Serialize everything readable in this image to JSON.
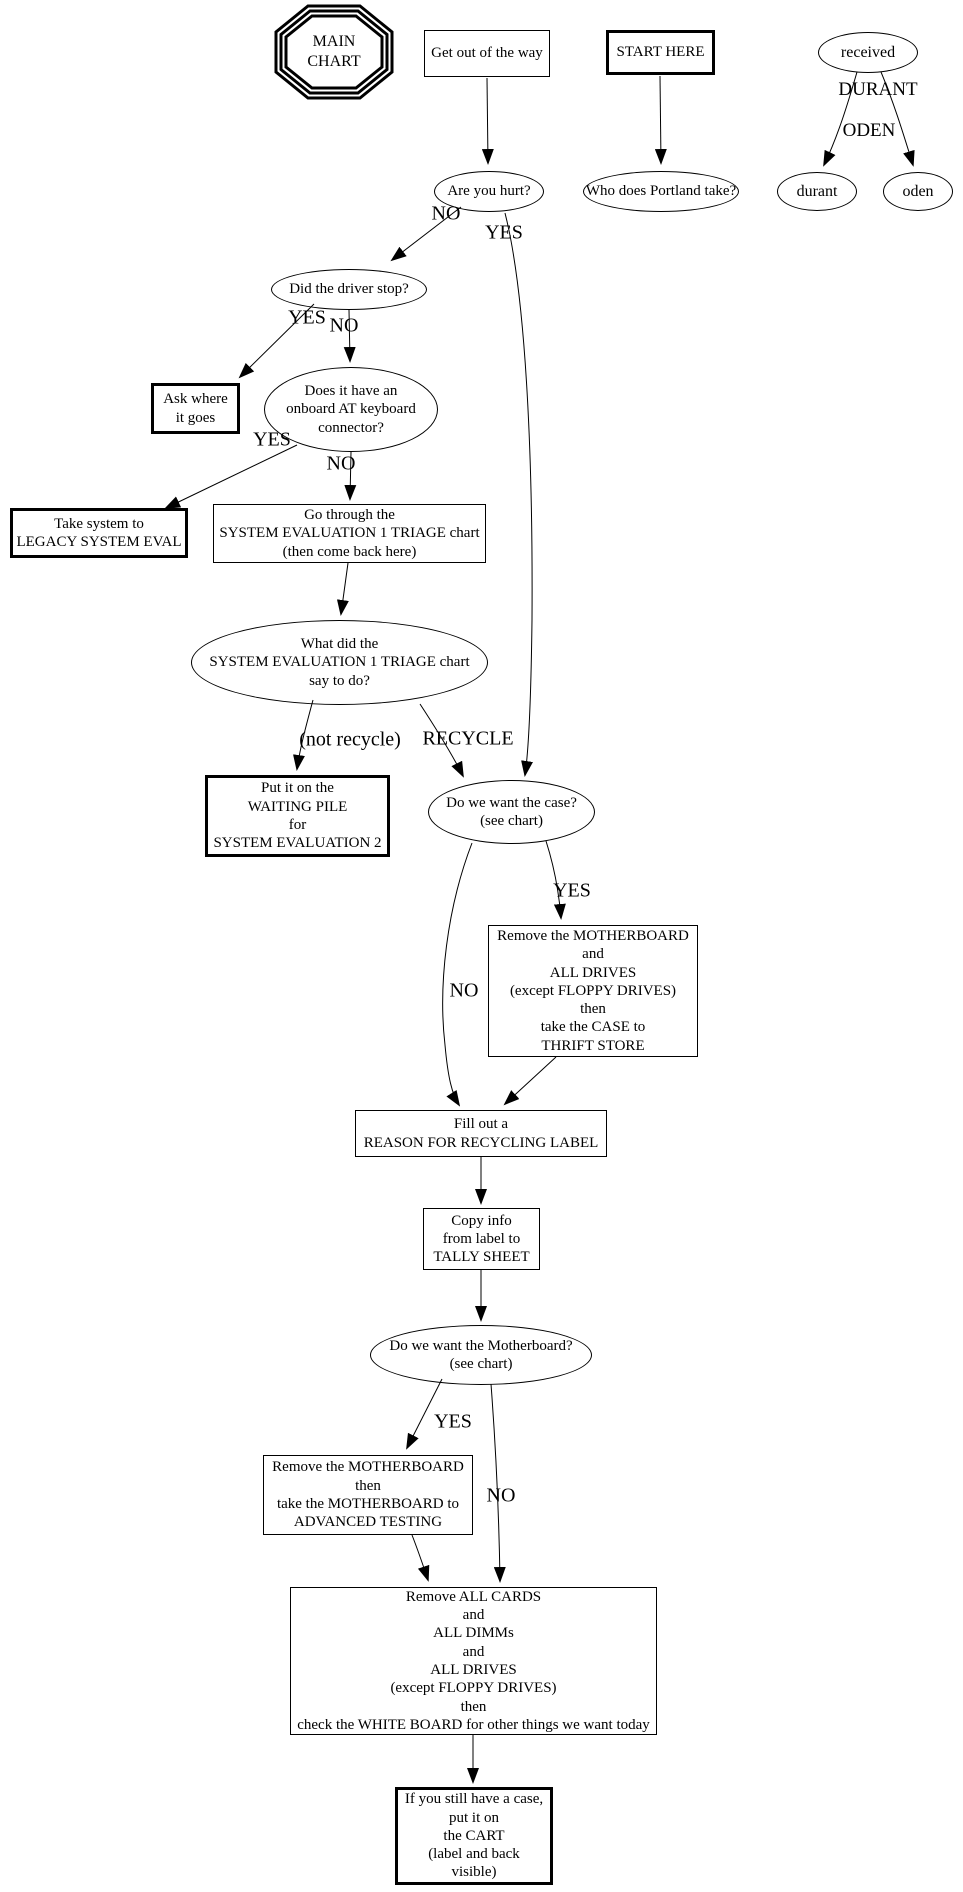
{
  "diagram": {
    "title": "MAIN CHART",
    "ink_color": "#000000",
    "background_color": "#ffffff"
  },
  "nodes": {
    "main_chart": {
      "shape": "tripleoctagon",
      "label": "MAIN\nCHART"
    },
    "get_out": {
      "shape": "box",
      "label": "Get out of the way"
    },
    "start_here": {
      "shape": "bold-box",
      "label": "START HERE"
    },
    "received": {
      "shape": "ellipse",
      "label": "received"
    },
    "durant": {
      "shape": "ellipse",
      "label": "durant"
    },
    "oden": {
      "shape": "ellipse",
      "label": "oden"
    },
    "are_you_hurt": {
      "shape": "ellipse",
      "label": "Are you hurt?"
    },
    "portland": {
      "shape": "ellipse",
      "label": "Who does Portland take?"
    },
    "did_driver": {
      "shape": "ellipse",
      "label": "Did the driver stop?"
    },
    "ask_where": {
      "shape": "bold-box",
      "label": "Ask where\nit goes"
    },
    "at_connector": {
      "shape": "ellipse",
      "label": "Does it have an\nonboard AT keyboard\nconnector?"
    },
    "legacy": {
      "shape": "bold-box",
      "label": "Take system to\nLEGACY SYSTEM EVAL"
    },
    "go_through": {
      "shape": "box",
      "label": "Go through the\nSYSTEM EVALUATION 1 TRIAGE chart\n(then come back here)"
    },
    "what_did": {
      "shape": "ellipse",
      "label": "What did the\nSYSTEM EVALUATION 1 TRIAGE chart\nsay to do?"
    },
    "waiting_pile": {
      "shape": "bold-box",
      "label": "Put it on the\nWAITING PILE\nfor\nSYSTEM EVALUATION 2"
    },
    "want_case": {
      "shape": "ellipse",
      "label": "Do we want the case?\n(see chart)"
    },
    "thrift": {
      "shape": "box",
      "label": "Remove the MOTHERBOARD\nand\nALL DRIVES\n(except FLOPPY DRIVES)\nthen\ntake the CASE to\nTHRIFT STORE"
    },
    "fill_out": {
      "shape": "box",
      "label": "Fill out a\nREASON FOR RECYCLING LABEL"
    },
    "copy_info": {
      "shape": "box",
      "label": "Copy info\nfrom label to\nTALLY SHEET"
    },
    "want_mobo": {
      "shape": "ellipse",
      "label": "Do we want the Motherboard?\n(see chart)"
    },
    "adv_testing": {
      "shape": "box",
      "label": "Remove the MOTHERBOARD\nthen\ntake the MOTHERBOARD to\nADVANCED TESTING"
    },
    "remove_all": {
      "shape": "box",
      "label": "Remove ALL CARDS\nand\nALL DIMMs\nand\nALL DRIVES\n(except FLOPPY DRIVES)\nthen\ncheck the WHITE BOARD for other things we want today"
    },
    "cart": {
      "shape": "bold-box",
      "label": "If you still have a case,\nput it on\nthe CART\n(label and back\nvisible)"
    }
  },
  "edge_labels": {
    "durant": "DURANT",
    "oden": "ODEN",
    "hurt_no": "NO",
    "hurt_yes": "YES",
    "driver_yes": "YES",
    "driver_no": "NO",
    "connector_yes": "YES",
    "connector_no": "NO",
    "not_recycle": "(not recycle)",
    "recycle": "RECYCLE",
    "case_yes": "YES",
    "case_no": "NO",
    "mobo_yes": "YES",
    "mobo_no": "NO"
  }
}
